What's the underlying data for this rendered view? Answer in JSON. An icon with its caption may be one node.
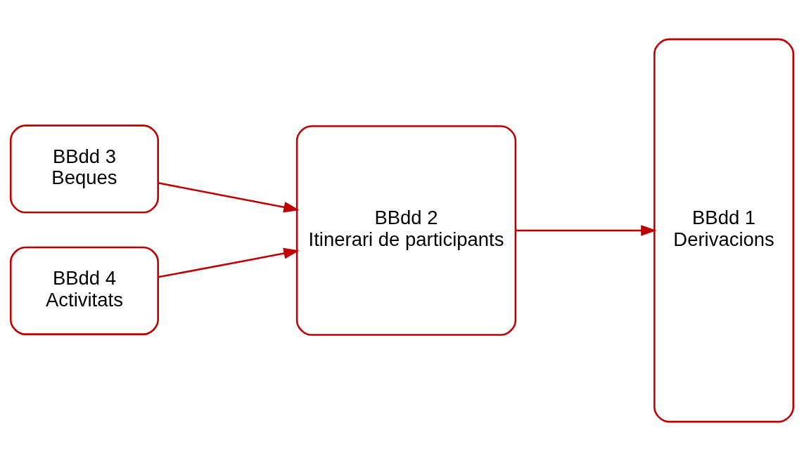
{
  "diagram": {
    "nodes": [
      {
        "text": [
          "BBdd 3",
          "Beques"
        ]
      },
      {
        "text": [
          "BBdd 4",
          "Activitats"
        ]
      },
      {
        "text": [
          "BBdd 2",
          "Itinerari de participants"
        ]
      },
      {
        "text": [
          "BBdd 1",
          "Derivacions"
        ]
      }
    ],
    "edges": [
      {
        "from": 0,
        "to": 2,
        "arrow": "to",
        "color": "#c00000"
      },
      {
        "from": 1,
        "to": 2,
        "arrow": "to",
        "color": "#c00000"
      },
      {
        "from": 2,
        "to": 3,
        "arrow": "to",
        "color": "#c00000"
      }
    ]
  }
}
